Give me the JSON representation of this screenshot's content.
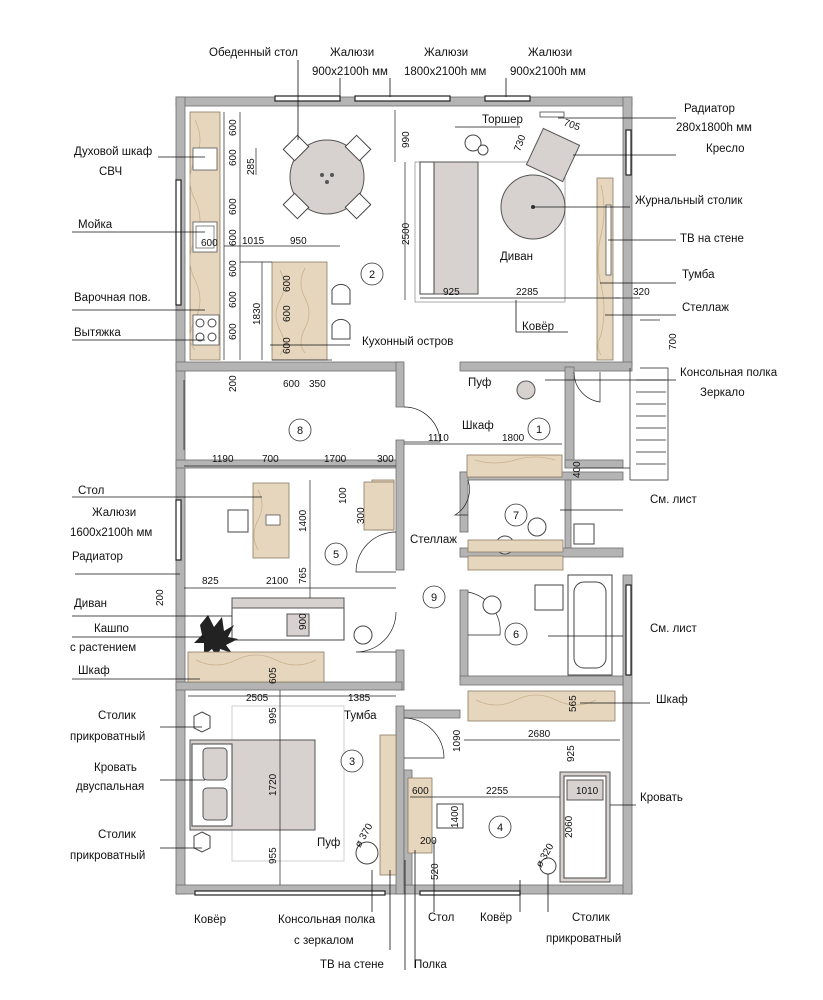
{
  "labels": {
    "obedenny_stol": "Обеденный стол",
    "zhalyuzi_1": "Жалюзи",
    "zhalyuzi_1_size": "900х2100h мм",
    "zhalyuzi_2": "Жалюзи",
    "zhalyuzi_2_size": "1800х2100h мм",
    "zhalyuzi_3": "Жалюзи",
    "zhalyuzi_3_size": "900х2100h мм",
    "radiator_top": "Радиатор",
    "radiator_top_size": "280х1800h мм",
    "torsher": "Торшер",
    "kreslo": "Кресло",
    "zhurnalny_stolik": "Журнальный столик",
    "tv_na_stene_top": "ТВ на стене",
    "tumba_top": "Тумба",
    "stellazh_top": "Стеллаж",
    "konsolnaya_polka": "Консольная полка",
    "zerkalo": "Зеркало",
    "divan_living": "Диван",
    "kover_living": "Ковёр",
    "kuhonny_ostrov": "Кухонный остров",
    "duhovoy_shkaf": "Духовой шкаф",
    "svch": "СВЧ",
    "moyka": "Мойка",
    "varochnaya": "Варочная пов.",
    "vytyazhka": "Вытяжка",
    "puf_hall": "Пуф",
    "shkaf_hall": "Шкаф",
    "stellazh_hall": "Стеллаж",
    "sm_list_1": "См. лист",
    "sm_list_2": "См. лист",
    "shkaf_bath": "Шкаф",
    "krovat_4": "Кровать",
    "stol_left": "Стол",
    "zhalyuzi_left": "Жалюзи",
    "zhalyuzi_left_size": "1600х2100h мм",
    "radiator_left": "Радиатор",
    "divan_left": "Диван",
    "kashpo": "Кашпо",
    "s_rasteniem": "с растением",
    "shkaf_left": "Шкаф",
    "stolik_prikr_1a": "Столик",
    "stolik_prikr_1b": "прикроватный",
    "krovat_dvusp_a": "Кровать",
    "krovat_dvusp_b": "двуспальная",
    "stolik_prikr_2a": "Столик",
    "stolik_prikr_2b": "прикроватный",
    "tumba_3": "Тумба",
    "puf_3": "Пуф",
    "kover_bottom_left": "Ковёр",
    "konsolnaya_polka_zerk_a": "Консольная полка",
    "konsolnaya_polka_zerk_b": "с зеркалом",
    "tv_na_stene_bottom": "ТВ на стене",
    "polka": "Полка",
    "stol_bottom": "Стол",
    "kover_bottom_right": "Ковёр",
    "stolik_prikr_3a": "Столик",
    "stolik_prikr_3b": "прикроватный"
  },
  "rooms": [
    "1",
    "2",
    "3",
    "4",
    "5",
    "6",
    "7",
    "8",
    "9"
  ],
  "dimensions": {
    "k600a": "600",
    "k600b": "600",
    "k285": "285",
    "k600c": "600",
    "k600d": "600",
    "k600e": "600",
    "k600f": "600",
    "k600g": "600",
    "k1015": "1015",
    "k950": "950",
    "k1830": "1830",
    "i600a": "600",
    "i600b": "600",
    "i600c": "600",
    "b200": "200",
    "b600": "600",
    "b350": "350",
    "l990": "990",
    "l2500": "2500",
    "l925": "925",
    "l2285": "2285",
    "l320": "320",
    "l700": "700",
    "l705": "705",
    "l730": "730",
    "h1110": "1110",
    "h1800": "1800",
    "h400": "400",
    "r1190": "1190",
    "r700": "700",
    "r1700": "1700",
    "r300": "300",
    "s100": "100",
    "s300": "300",
    "s1400": "1400",
    "s825": "825",
    "s2100": "2100",
    "s765": "765",
    "s900": "900",
    "s200": "200",
    "s605": "605",
    "b2505": "2505",
    "b1385": "1385",
    "b995": "995",
    "b1720": "1720",
    "b955": "955",
    "b370": "ø 370",
    "c565": "565",
    "c2680": "2680",
    "c1090": "1090",
    "c925": "925",
    "d600": "600",
    "d2255": "2255",
    "d1010": "1010",
    "d1400": "1400",
    "d200": "200",
    "d2060": "2060",
    "d520": "520",
    "d320": "ø 320"
  }
}
